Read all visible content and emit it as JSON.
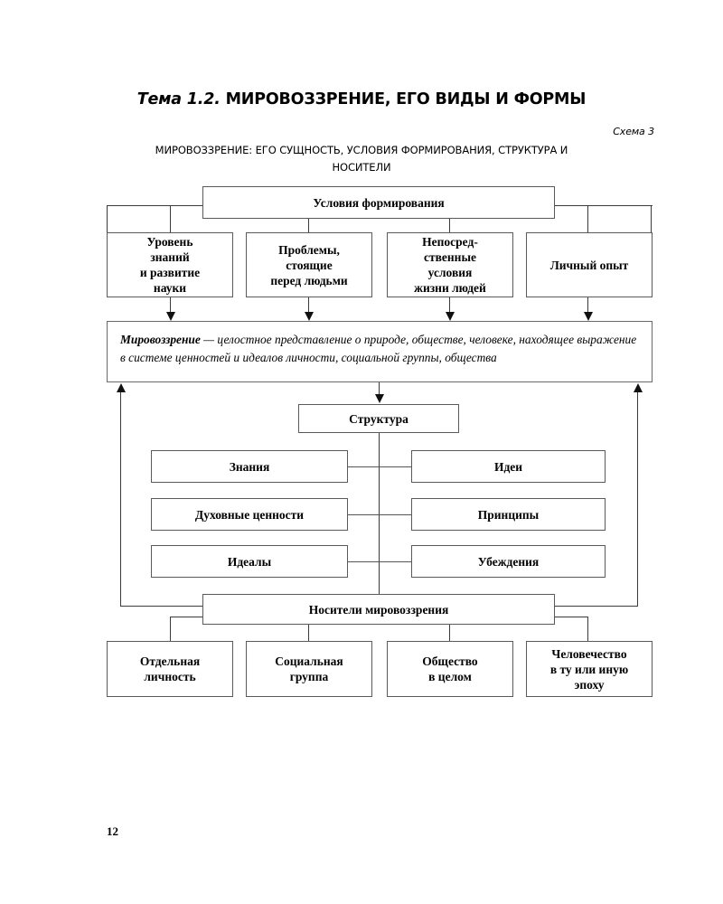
{
  "page": {
    "number": "12",
    "title_italic": "Тема 1.2.",
    "title_rest": " МИРОВОЗЗРЕНИЕ, ЕГО ВИДЫ И ФОРМЫ",
    "scheme_label": "Схема 3",
    "scheme_caption": "МИРОВОЗЗРЕНИЕ: ЕГО СУЩНОСТЬ, УСЛОВИЯ ФОРМИРОВАНИЯ, СТРУКТУРА И НОСИТЕЛИ"
  },
  "diagram": {
    "conditions_header": "Условия формирования",
    "conditions": [
      {
        "label": "Уровень\nзнаний\nи развитие\nнауки"
      },
      {
        "label": "Проблемы,\nстоящие\nперед людьми"
      },
      {
        "label": "Непосред-\nственные\nусловия\nжизни людей"
      },
      {
        "label": "Личный опыт"
      }
    ],
    "definition": {
      "term": "Мировоззрение",
      "body": " — целостное представление о природе, обществе, че­ловеке, находящее выражение в системе ценностей и идеалов лично­сти, социальной группы, общества"
    },
    "structure_header": "Структура",
    "structure_left": [
      {
        "label": "Знания"
      },
      {
        "label": "Духовные ценности"
      },
      {
        "label": "Идеалы"
      }
    ],
    "structure_right": [
      {
        "label": "Идеи"
      },
      {
        "label": "Принципы"
      },
      {
        "label": "Убеждения"
      }
    ],
    "bearers_header": "Носители мировоззрения",
    "bearers": [
      {
        "label": "Отдельная\nличность"
      },
      {
        "label": "Социальная\nгруппа"
      },
      {
        "label": "Общество\nв целом"
      },
      {
        "label": "Человечество\nв ту или иную\nэпоху"
      }
    ]
  },
  "colors": {
    "ink": "#000000",
    "box_border": "#5a5a5a",
    "line": "#3a3a3a",
    "paper": "#ffffff"
  }
}
